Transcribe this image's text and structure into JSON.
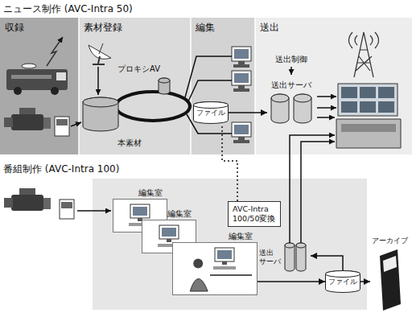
{
  "diagram": {
    "nodes": [
      {
        "text": [
          "収録"
        ]
      },
      {
        "text": [
          "素材登録"
        ]
      },
      {
        "text": [
          "編集"
        ]
      },
      {
        "text": [
          "送出"
        ]
      },
      {
        "text": [
          "プロキシAV"
        ],
        "in": 1
      },
      {
        "text": [
          "本素材"
        ],
        "in": 1
      },
      {
        "text": [
          "ファイル"
        ],
        "in": 2
      },
      {
        "text": [
          "送出サーバ"
        ],
        "in": 3
      },
      {
        "text": [
          "編集室"
        ]
      },
      {
        "text": [
          "編集室"
        ]
      },
      {
        "text": [
          "編集室"
        ]
      },
      {
        "text": [
          "AVC-Intra 100/50変換"
        ]
      },
      {
        "text": [
          "送出 サーバ"
        ]
      },
      {
        "text": [
          "ファイル"
        ]
      },
      {
        "text": [
          "アーカイブ"
        ]
      }
    ],
    "edges": [
      {
        "from": 6,
        "to": 7,
        "arrow": "to"
      },
      {
        "from": 13,
        "to": 12,
        "arrow": "to"
      },
      {
        "from": 10,
        "to": 13,
        "arrow": "to"
      },
      {
        "from": 11,
        "to": 6,
        "arrow": "none"
      },
      {
        "from": 13,
        "to": 14,
        "arrow": "to"
      }
    ],
    "labels": [
      "ニュース制作 (AVC-Intra 50)",
      "送出制御",
      "番組制作 (AVC-Intra 100)"
    ]
  }
}
